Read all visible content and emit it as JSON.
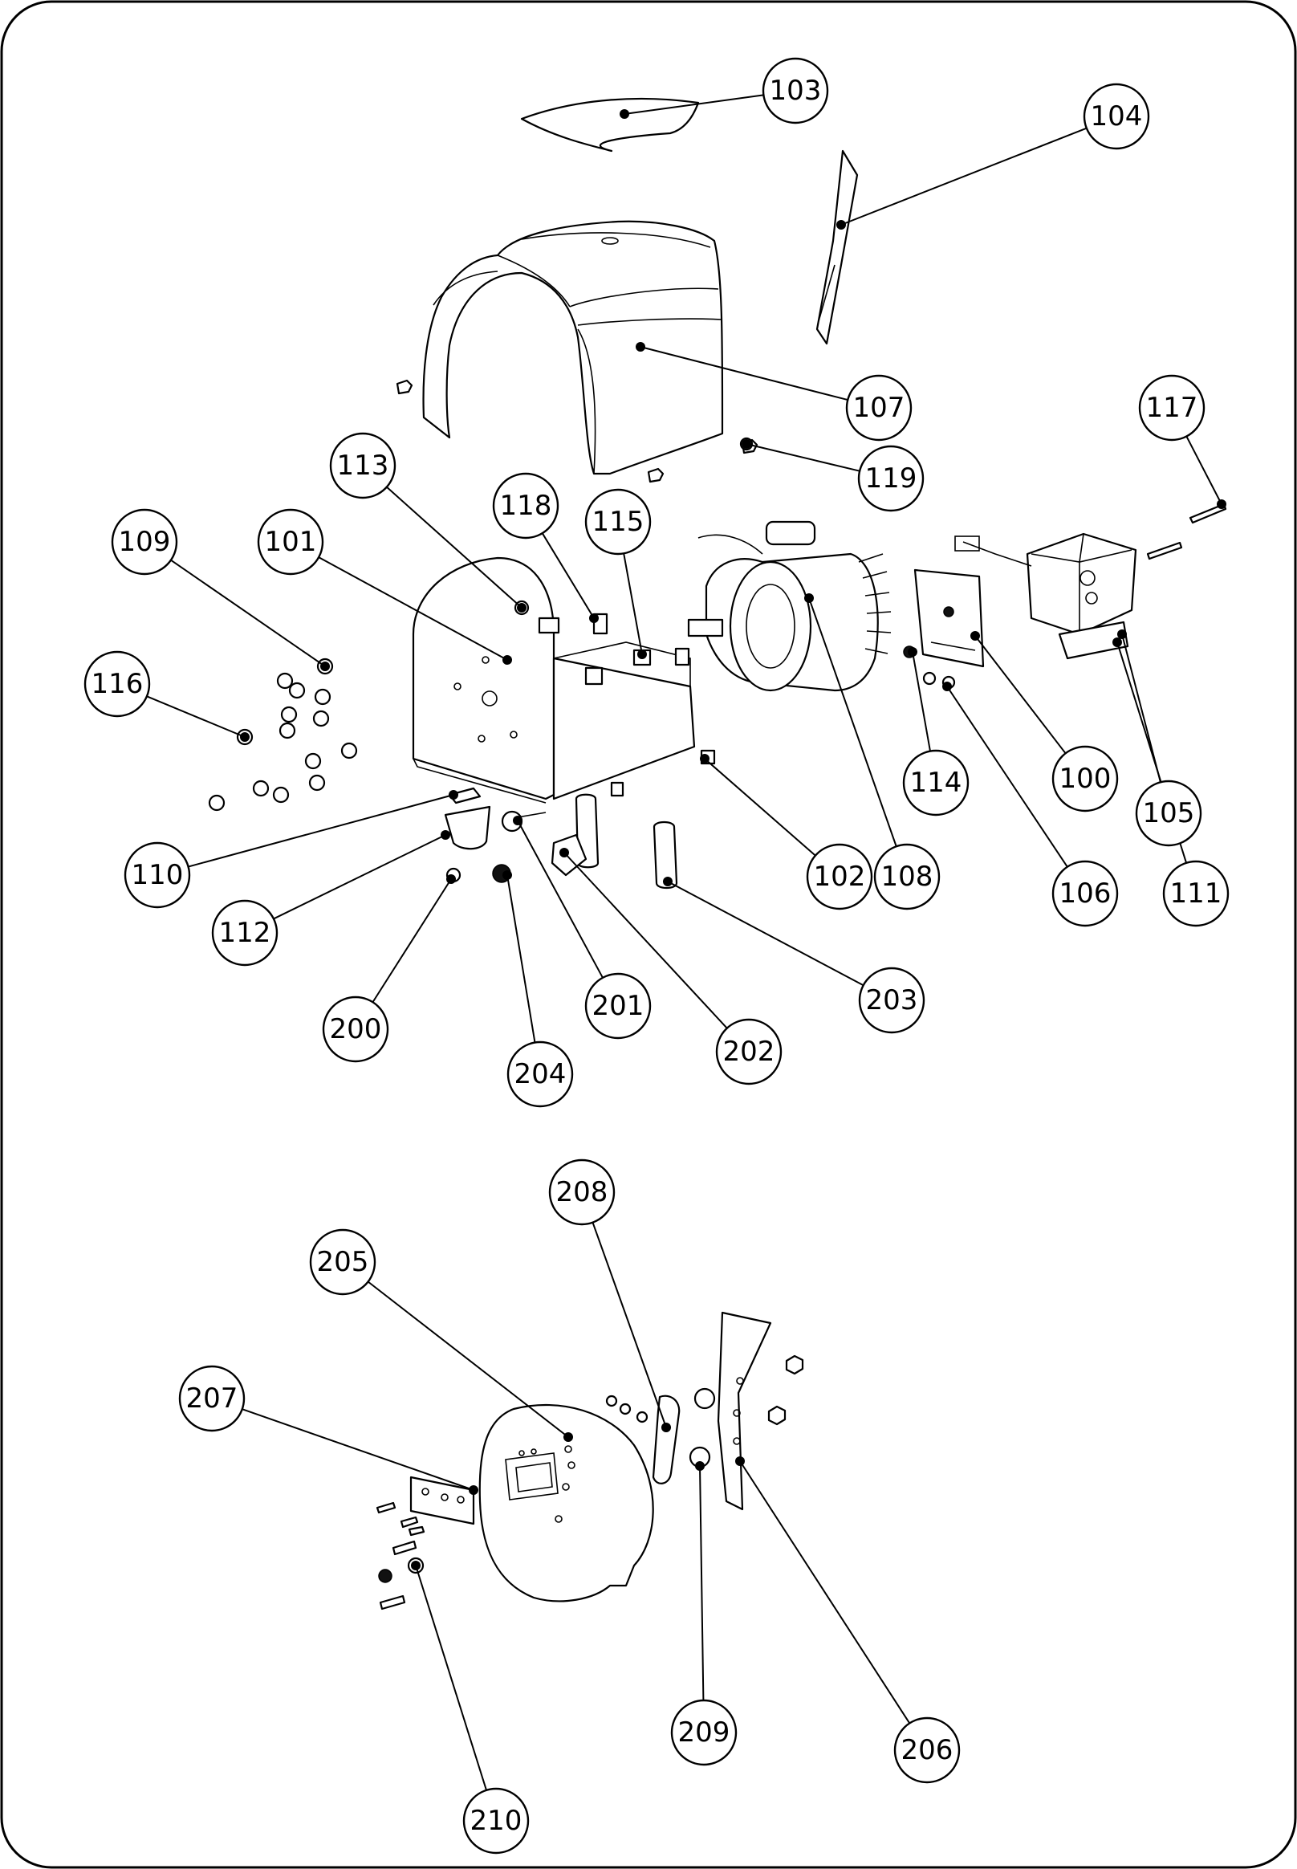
{
  "labels": [
    "103",
    "104",
    "107",
    "117",
    "119",
    "113",
    "118",
    "115",
    "109",
    "101",
    "100",
    "105",
    "114",
    "108",
    "116",
    "102",
    "106",
    "111",
    "110",
    "112",
    "200",
    "201",
    "202",
    "203",
    "204",
    "205",
    "206",
    "207",
    "208",
    "209",
    "210"
  ]
}
